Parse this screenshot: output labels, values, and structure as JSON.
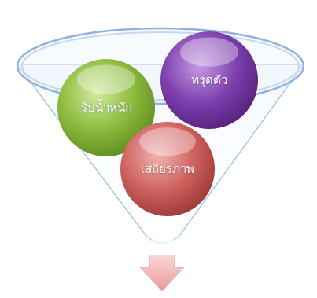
{
  "diagram": {
    "nodes": [
      {
        "text": [
          "รับน้ำหนัก"
        ]
      },
      {
        "text": [
          "ทรุดตัว"
        ]
      },
      {
        "text": [
          "เสถียรภาพ"
        ]
      }
    ]
  }
}
